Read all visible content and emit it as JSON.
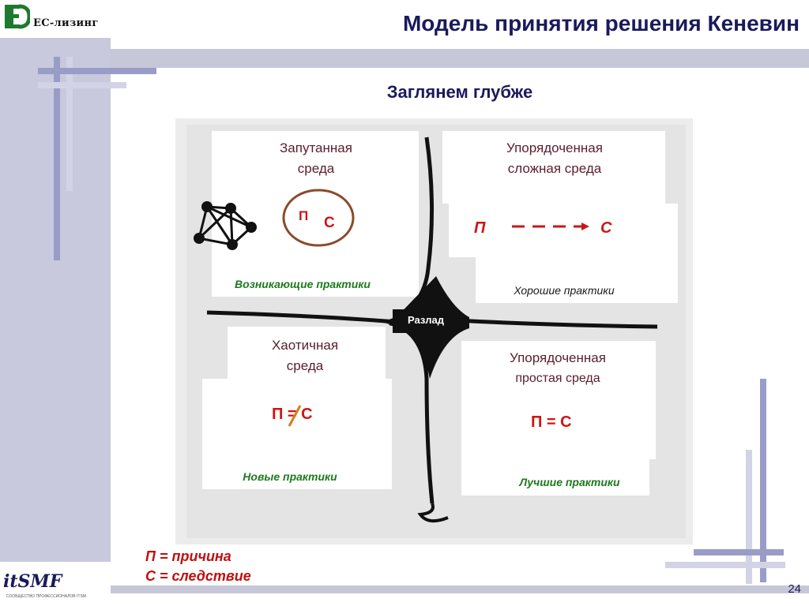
{
  "brand": {
    "logo_text": "ЕС-лизинг",
    "footer_logo": "itSMF",
    "footer_sub": "СООБЩЕСТВО ПРОФЕССИОНАЛОВ ITSM"
  },
  "slide": {
    "title": "Модель принятия решения Кеневин",
    "subtitle": "Заглянем глубже",
    "page_number": "24"
  },
  "diagram": {
    "center_label": "Разлад",
    "quadrants": {
      "top_left": {
        "title_line1": "Запутанная",
        "title_line2": "среда",
        "p": "П",
        "c": "С",
        "practice": "Возникающие практики"
      },
      "top_right": {
        "title_line1": "Упорядоченная",
        "title_line2": "сложная среда",
        "p": "П",
        "c": "С",
        "practice": "Хорошие практики"
      },
      "bottom_left": {
        "title_line1": "Хаотичная",
        "title_line2": "среда",
        "formula": "П = С",
        "practice": "Новые практики"
      },
      "bottom_right": {
        "title_line1": "Упорядоченная",
        "title_line2": "простая среда",
        "formula": "П = С",
        "practice": "Лучшие практики"
      }
    }
  },
  "legend": {
    "line1": "П = причина",
    "line2": "С = следствие"
  },
  "colors": {
    "accent_navy": "#1a1a5c",
    "sidebar": "#c8c9dd",
    "bar": "#9a9cc8",
    "red": "#d01414",
    "green": "#1e7a1e"
  }
}
